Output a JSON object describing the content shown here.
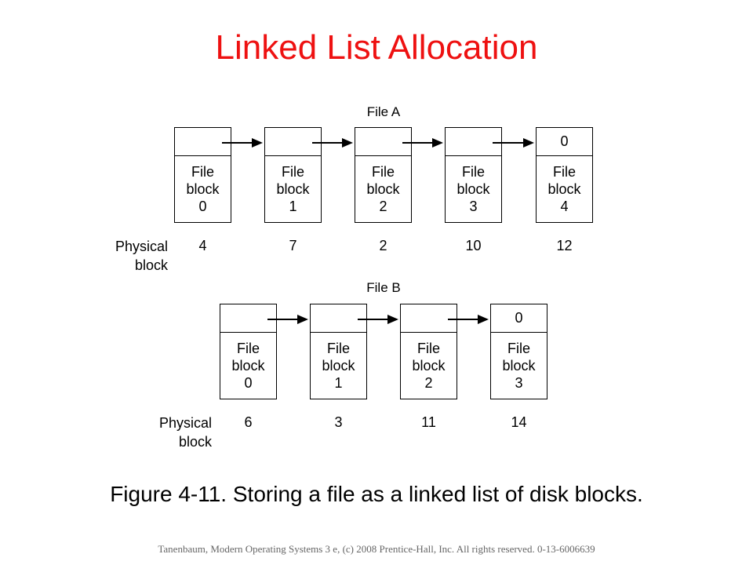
{
  "title": "Linked List Allocation",
  "file_a": {
    "label": "File A",
    "pointer_end": "0",
    "blocks": [
      {
        "l1": "File",
        "l2": "block",
        "l3": "0",
        "phys": "4"
      },
      {
        "l1": "File",
        "l2": "block",
        "l3": "1",
        "phys": "7"
      },
      {
        "l1": "File",
        "l2": "block",
        "l3": "2",
        "phys": "2"
      },
      {
        "l1": "File",
        "l2": "block",
        "l3": "3",
        "phys": "10"
      },
      {
        "l1": "File",
        "l2": "block",
        "l3": "4",
        "phys": "12"
      }
    ],
    "phys_label_1": "Physical",
    "phys_label_2": "block"
  },
  "file_b": {
    "label": "File B",
    "pointer_end": "0",
    "blocks": [
      {
        "l1": "File",
        "l2": "block",
        "l3": "0",
        "phys": "6"
      },
      {
        "l1": "File",
        "l2": "block",
        "l3": "1",
        "phys": "3"
      },
      {
        "l1": "File",
        "l2": "block",
        "l3": "2",
        "phys": "11"
      },
      {
        "l1": "File",
        "l2": "block",
        "l3": "3",
        "phys": "14"
      }
    ],
    "phys_label_1": "Physical",
    "phys_label_2": "block"
  },
  "caption": "Figure 4-11. Storing a file as a linked list of disk blocks.",
  "footer": "Tanenbaum, Modern Operating Systems 3 e, (c) 2008 Prentice-Hall, Inc. All rights reserved. 0-13-6006639",
  "colors": {
    "title": "#ee1111"
  }
}
